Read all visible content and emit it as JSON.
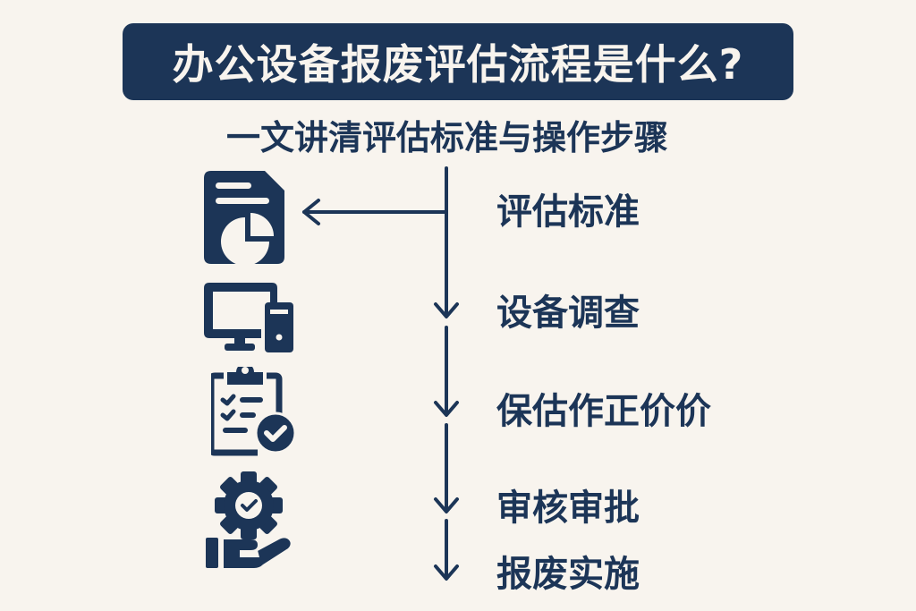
{
  "title": "办公设备报废评估流程是什么?",
  "subtitle": "一文讲清评估标准与操作步骤",
  "colors": {
    "background": "#f8f4ee",
    "primary": "#1c3557"
  },
  "steps": [
    {
      "label": "评估标准",
      "icon": "document-pie-chart-icon"
    },
    {
      "label": "设备调查",
      "icon": "desktop-computer-icon"
    },
    {
      "label": "保估作正价价",
      "icon": "clipboard-checklist-icon"
    },
    {
      "label": "审核审批",
      "icon": "gear-hand-check-icon"
    },
    {
      "label": "报废实施",
      "icon": ""
    }
  ]
}
